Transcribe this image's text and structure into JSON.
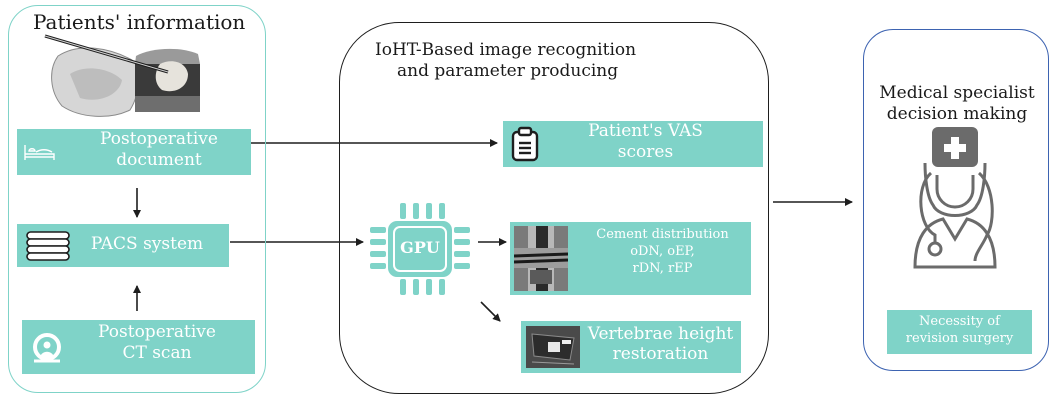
{
  "colors": {
    "teal": "#7fd3c8",
    "left_border": "#7fd3c8",
    "right_border": "#3d63b1",
    "dark": "#1e1e1e",
    "gray": "#6b6b6b"
  },
  "left": {
    "title": "Patients' information",
    "postop_doc": {
      "line1": "Postoperative",
      "line2": "document",
      "icon": "hospital-bed-icon"
    },
    "pacs": {
      "label": "PACS system",
      "icon": "database-icon"
    },
    "ct": {
      "line1": "Postoperative",
      "line2": "CT scan",
      "icon": "ct-scanner-icon"
    },
    "image": "spine-vertebra-image"
  },
  "middle": {
    "title_line1": "IoHT-Based image recognition",
    "title_line2": "and parameter producing",
    "gpu": {
      "label": "GPU",
      "icon": "gpu-chip-icon"
    },
    "vas": {
      "line1": "Patient's VAS",
      "line2": "scores",
      "icon": "clipboard-icon"
    },
    "cement": {
      "line1": "Cement distribution",
      "line2": "oDN, oEP,",
      "line3": "rDN, rEP",
      "image": "cement-xray-image"
    },
    "height": {
      "line1": "Vertebrae height",
      "line2": "restoration",
      "image": "ct-slice-image"
    }
  },
  "right": {
    "title_line1": "Medical specialist",
    "title_line2": "decision making",
    "doctor_icon": "doctor-stethoscope-icon",
    "box_line1": "Necessity of",
    "box_line2": "revision surgery"
  }
}
